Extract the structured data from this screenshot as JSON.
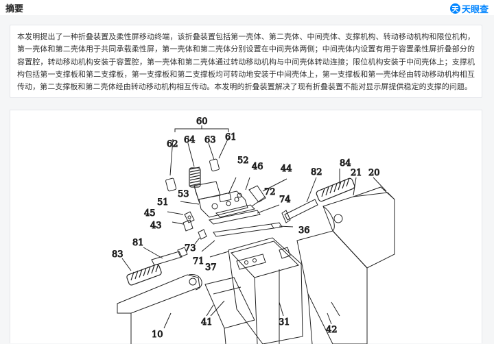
{
  "header": {
    "title": "摘要",
    "brand_icon": "tianyancha-logo-icon",
    "brand_text": "天眼查",
    "brand_color": "#0084ff"
  },
  "abstract": {
    "text": "本发明提出了一种折叠装置及柔性屏移动终端，该折叠装置包括第一壳体、第二壳体、中间壳体、支撑机构、转动移动机构和限位机构，第一壳体和第二壳体用于共同承载柔性屏，第一壳体和第二壳体分别设置在中间壳体两侧；中间壳体内设置有用于容置柔性屏折叠部分的容置腔，转动移动机构安装于容置腔，第一壳体和第二壳体通过转动移动机构与中间壳体转动连接；限位机构安装于中间壳体上；支撑机构包括第一支撑板和第二支撑板，第一支撑板和第二支撑板均可转动地安装于中间壳体上，第一支撑板和第一壳体经由转动移动机构相互传动，第二支撑板和第二壳体经由转动移动机构相互传动。本发明的折叠装置解决了现有折叠装置不能对显示屏提供稳定的支撑的问题。"
  },
  "figure": {
    "labels": {
      "l60": "60",
      "l62": "62",
      "l64": "64",
      "l63": "63",
      "l61": "61",
      "l52": "52",
      "l46": "46",
      "l44": "44",
      "l82": "82",
      "l84": "84",
      "l21": "21",
      "l20": "20",
      "l53": "53",
      "l72": "72",
      "l51": "51",
      "l74": "74",
      "l45": "45",
      "l43": "43",
      "l36": "36",
      "l81": "81",
      "l73": "73",
      "l83": "83",
      "l71": "71",
      "l37": "37",
      "l41": "41",
      "l31": "31",
      "l42": "42",
      "l10": "10"
    }
  }
}
